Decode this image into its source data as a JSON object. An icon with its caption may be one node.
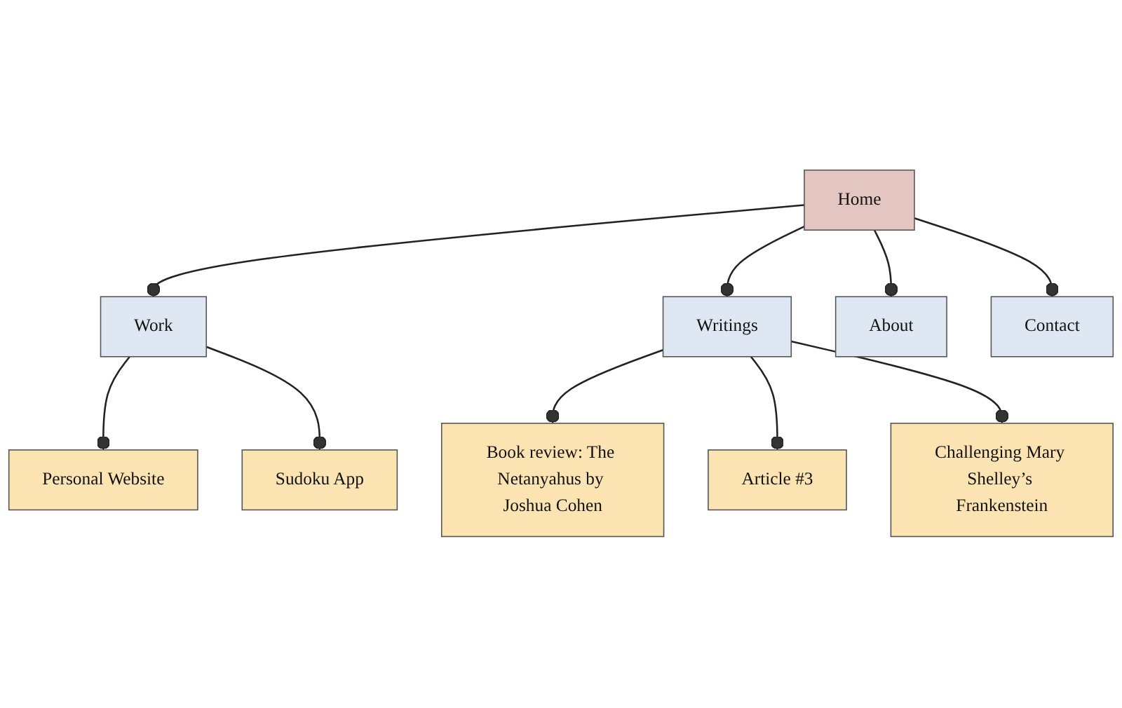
{
  "diagram": {
    "nodes": [
      {
        "text": [
          "Home"
        ]
      },
      {
        "text": [
          "Work"
        ]
      },
      {
        "text": [
          "Writings"
        ]
      },
      {
        "text": [
          "About"
        ]
      },
      {
        "text": [
          "Contact"
        ]
      },
      {
        "text": [
          "Personal Website"
        ]
      },
      {
        "text": [
          "Sudoku App"
        ]
      },
      {
        "text": [
          "Book review: The Netanyahus by Joshua Cohen"
        ]
      },
      {
        "text": [
          "Article #3"
        ]
      },
      {
        "text": [
          "Challenging Mary Shelley’s Frankenstein"
        ]
      }
    ],
    "edges": [
      {
        "from": 0,
        "to": 1,
        "arrow": "other"
      },
      {
        "from": 0,
        "to": 2,
        "arrow": "other"
      },
      {
        "from": 0,
        "to": 3,
        "arrow": "other"
      },
      {
        "from": 0,
        "to": 4,
        "arrow": "other"
      },
      {
        "from": 1,
        "to": 5,
        "arrow": "other"
      },
      {
        "from": 1,
        "to": 6,
        "arrow": "other"
      },
      {
        "from": 2,
        "to": 7,
        "arrow": "other"
      },
      {
        "from": 2,
        "to": 8,
        "arrow": "other"
      },
      {
        "from": 2,
        "to": 9,
        "arrow": "other"
      }
    ]
  }
}
